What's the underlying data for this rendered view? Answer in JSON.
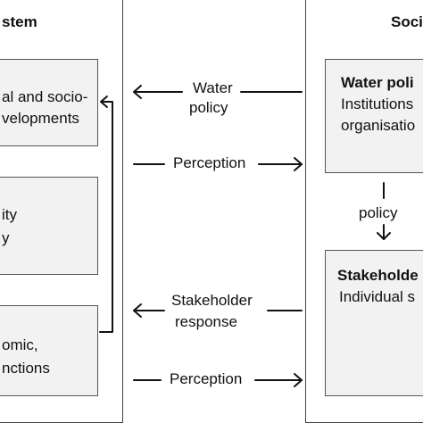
{
  "left_panel": {
    "title": "stem",
    "box1": {
      "line1": "al and socio-",
      "line2": "velopments"
    },
    "box2": {
      "line1": "ity",
      "line2": "y"
    },
    "box3": {
      "line1": "omic,",
      "line2": "nctions"
    }
  },
  "right_panel": {
    "title": "Soci",
    "policy_box": {
      "title": "Water poli",
      "line1": "Institutions",
      "line2": "organisatio"
    },
    "stakeholder_box": {
      "title": "Stakeholde",
      "line1": "Individual s"
    },
    "policy_arrow_label": "policy"
  },
  "links": {
    "water_policy": {
      "line1": "Water",
      "line2": "policy"
    },
    "perception_top": "Perception",
    "stakeholder_response": {
      "line1": "Stakeholder",
      "line2": "response"
    },
    "perception_bottom": "Perception"
  },
  "colors": {
    "box_fill": "#f2f2f2",
    "border": "#444444",
    "arrow": "#111111"
  }
}
